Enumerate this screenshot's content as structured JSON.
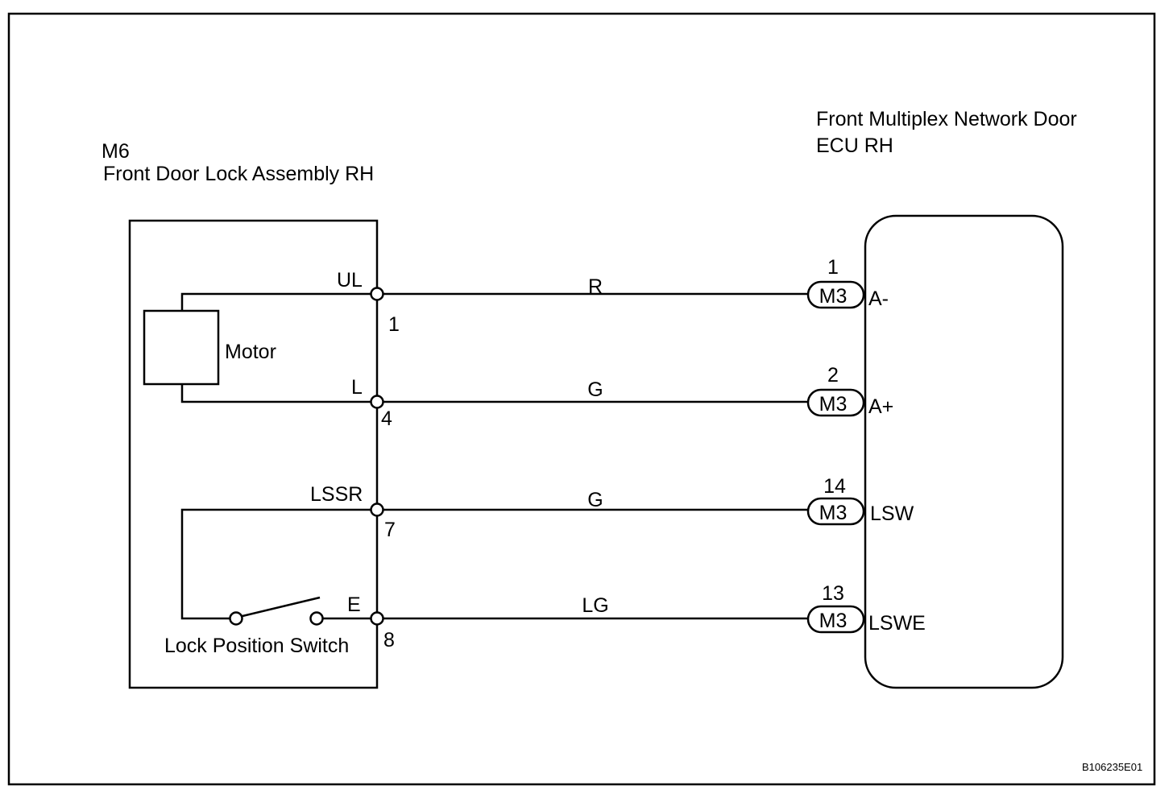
{
  "left_component": {
    "code": "M6",
    "name": "Front Door Lock Assembly RH",
    "motor_label": "Motor",
    "switch_label": "Lock Position Switch",
    "terminals": [
      {
        "name": "UL",
        "pin": "1"
      },
      {
        "name": "L",
        "pin": "4"
      },
      {
        "name": "LSSR",
        "pin": "7"
      },
      {
        "name": "E",
        "pin": "8"
      }
    ]
  },
  "right_component": {
    "name_line1": "Front Multiplex Network Door",
    "name_line2": "ECU RH",
    "terminals": [
      {
        "connector": "M3",
        "pin": "1",
        "name": "A-"
      },
      {
        "connector": "M3",
        "pin": "2",
        "name": "A+"
      },
      {
        "connector": "M3",
        "pin": "14",
        "name": "LSW"
      },
      {
        "connector": "M3",
        "pin": "13",
        "name": "LSWE"
      }
    ]
  },
  "wires": [
    {
      "color_code": "R"
    },
    {
      "color_code": "G"
    },
    {
      "color_code": "G"
    },
    {
      "color_code": "LG"
    }
  ],
  "figure_id": "B106235E01"
}
